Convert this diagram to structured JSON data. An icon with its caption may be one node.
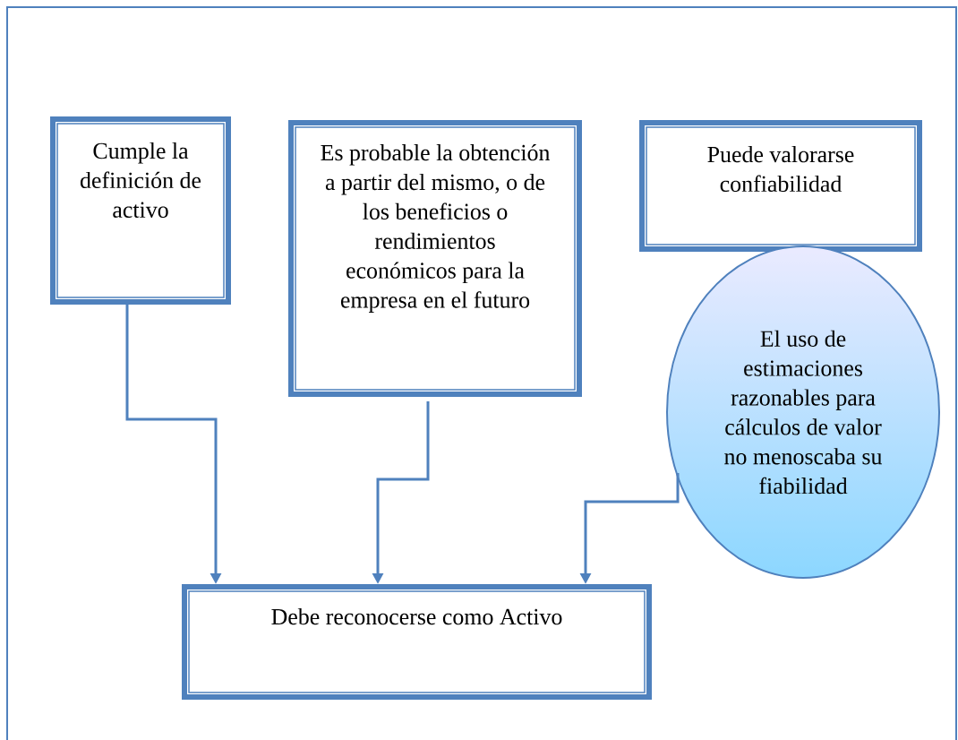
{
  "diagram": {
    "nodes": [
      {
        "text": [
          "Cumple la definición de activo"
        ]
      },
      {
        "text": [
          "Es probable la obtención a partir del mismo, o de los beneficios o rendimientos económicos para la empresa en el futuro"
        ]
      },
      {
        "text": [
          "Puede valorarse confiabilidad"
        ]
      },
      {
        "text": [
          "El uso de estimaciones razonables para cálculos de valor no menoscaba su fiabilidad"
        ]
      },
      {
        "text": [
          "Debe reconocerse como Activo"
        ]
      }
    ],
    "edges": [
      {
        "from": 0,
        "to": 4,
        "arrow": "to"
      },
      {
        "from": 1,
        "to": 4,
        "arrow": "to"
      },
      {
        "from": 3,
        "to": 4,
        "arrow": "to"
      }
    ]
  }
}
